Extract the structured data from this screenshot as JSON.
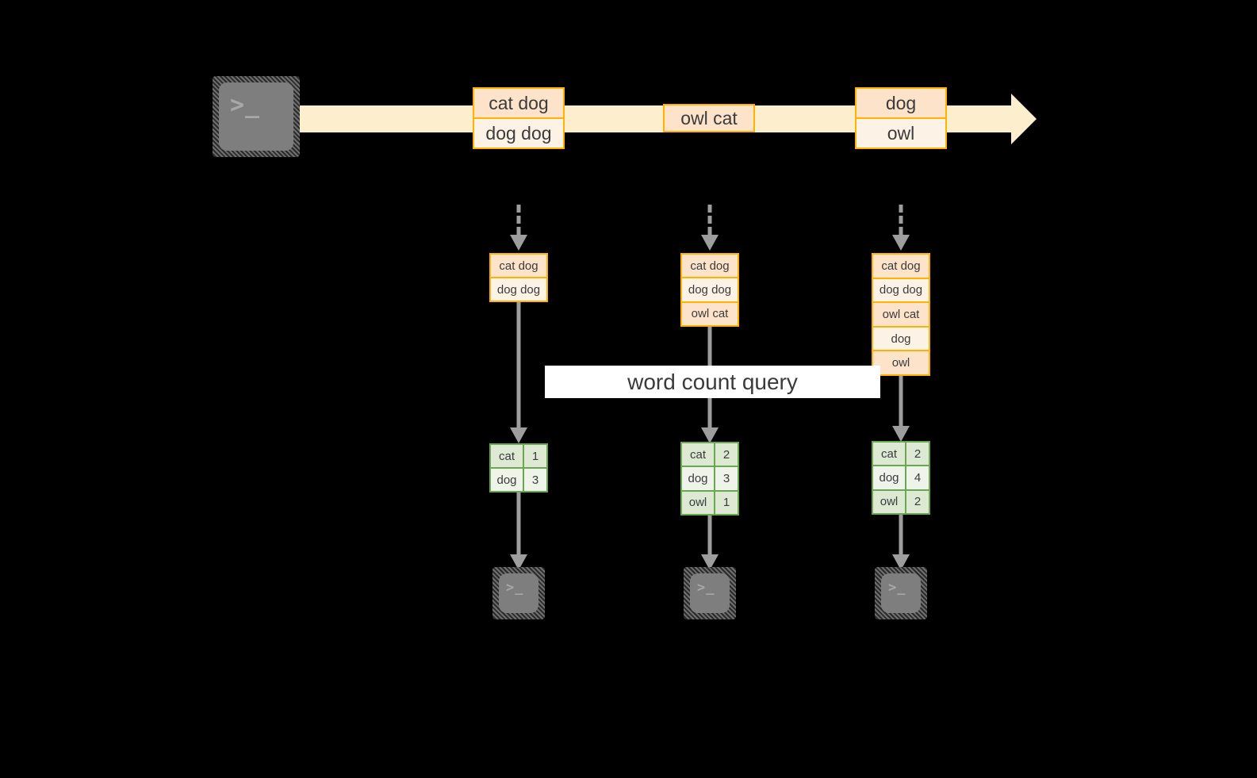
{
  "diagram": {
    "title": "word count query",
    "colors": {
      "background": "#000000",
      "stream_band": "#FDEFCE",
      "record_border": "#FFB300",
      "record_fill_dark": "#FCE3CA",
      "record_fill_light": "#FDF2E6",
      "result_border": "#6AA84F",
      "result_fill_dark": "#DDE9D3",
      "result_fill_light": "#EEF4EA",
      "arrow_gray": "#9D9D9D",
      "terminal_gray": "#7E7E7E",
      "label_band": "#FFFFFF"
    },
    "terminal_glyph": ">_",
    "producer": {
      "icon": "terminal-icon",
      "label": ">_"
    },
    "stream": {
      "batches": [
        {
          "rows": [
            "cat dog",
            "dog dog"
          ]
        },
        {
          "rows": [
            "owl cat"
          ]
        },
        {
          "rows": [
            "dog",
            "owl"
          ]
        }
      ]
    },
    "snapshots": [
      {
        "accumulated": [
          "cat dog",
          "dog dog"
        ],
        "results": [
          {
            "word": "cat",
            "count": "1"
          },
          {
            "word": "dog",
            "count": "3"
          }
        ],
        "consumer": {
          "icon": "terminal-icon",
          "label": ">_"
        }
      },
      {
        "accumulated": [
          "cat dog",
          "dog dog",
          "owl cat"
        ],
        "results": [
          {
            "word": "cat",
            "count": "2"
          },
          {
            "word": "dog",
            "count": "3"
          },
          {
            "word": "owl",
            "count": "1"
          }
        ],
        "consumer": {
          "icon": "terminal-icon",
          "label": ">_"
        }
      },
      {
        "accumulated": [
          "cat dog",
          "dog dog",
          "owl cat",
          "dog",
          "owl"
        ],
        "results": [
          {
            "word": "cat",
            "count": "2"
          },
          {
            "word": "dog",
            "count": "4"
          },
          {
            "word": "owl",
            "count": "2"
          }
        ],
        "consumer": {
          "icon": "terminal-icon",
          "label": ">_"
        }
      }
    ]
  }
}
